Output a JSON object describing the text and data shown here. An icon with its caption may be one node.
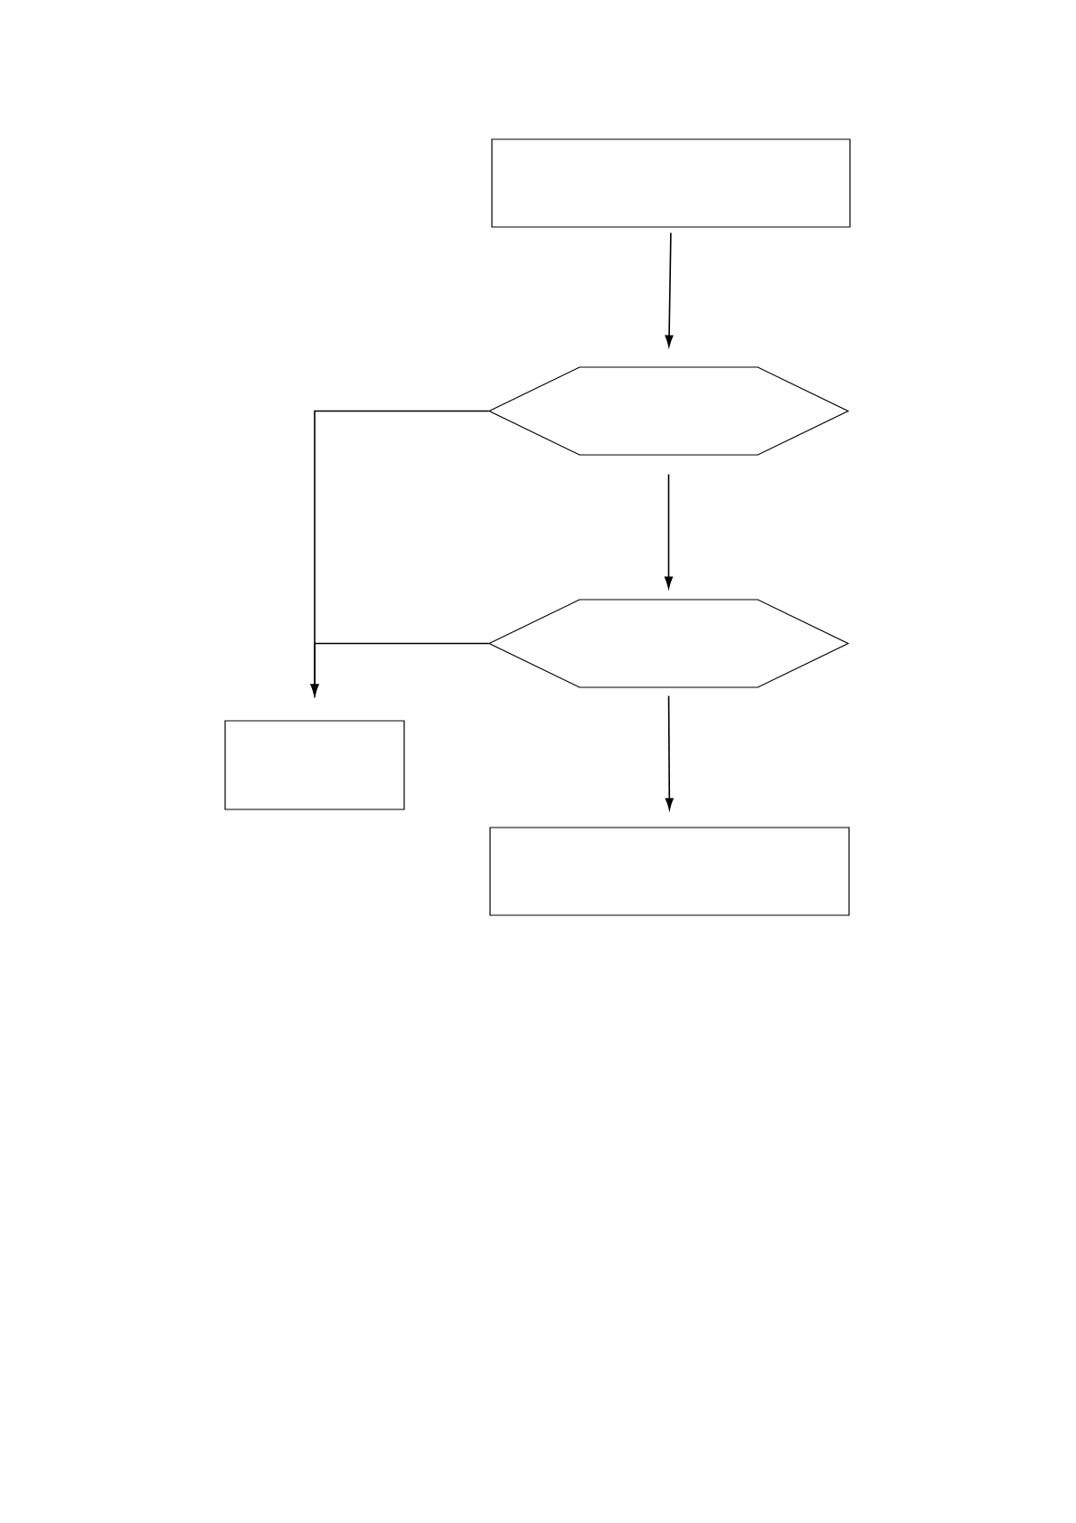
{
  "diagram": {
    "nodes": [
      {
        "text": [],
        "shape": "box"
      },
      {
        "text": [],
        "shape": "hexagon"
      },
      {
        "text": [],
        "shape": "hexagon"
      },
      {
        "text": [],
        "shape": "box"
      },
      {
        "text": [],
        "shape": "box"
      }
    ],
    "edges": [
      {
        "from": 0,
        "to": 1,
        "arrow": "to"
      },
      {
        "from": 1,
        "to": 2,
        "arrow": "to"
      },
      {
        "from": 1,
        "to": 3,
        "arrow": "to"
      },
      {
        "from": 2,
        "to": 3,
        "arrow": "to"
      },
      {
        "from": 2,
        "to": 4,
        "arrow": "to"
      }
    ]
  }
}
